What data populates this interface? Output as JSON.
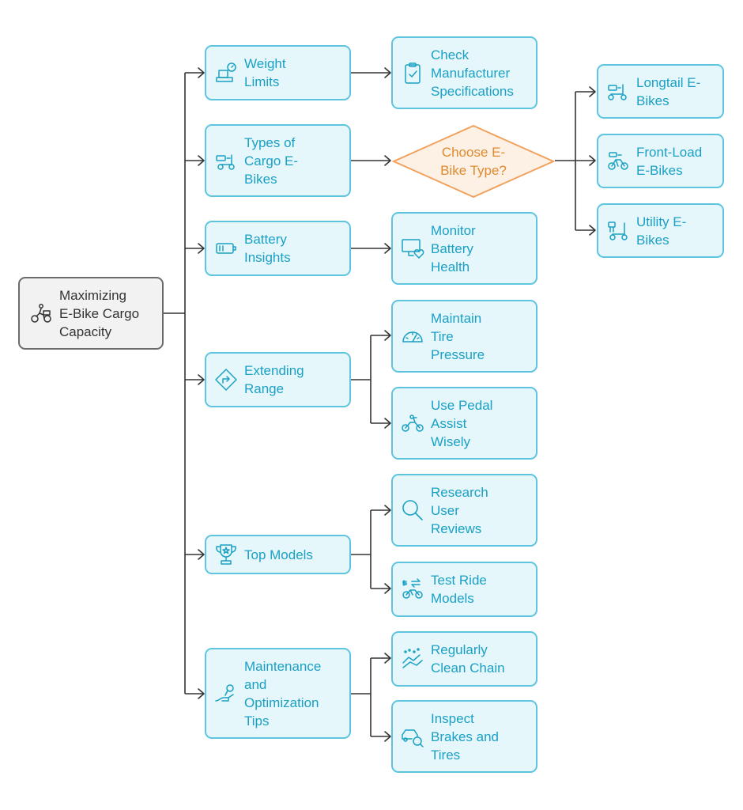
{
  "colors": {
    "node_border": "#5ec4e0",
    "node_fill": "#e6f7fc",
    "node_text": "#1aa0c4",
    "root_border": "#6b6b6b",
    "root_fill": "#f2f2f2",
    "root_text": "#333333",
    "decision_border": "#f0a35e",
    "decision_fill": "#fdf0e4",
    "decision_text": "#e08a2e",
    "connector": "#333333"
  },
  "root": {
    "label": "Maximizing\nE-Bike Cargo\nCapacity",
    "icon": "cargo-bike-rider-icon"
  },
  "categories": [
    {
      "id": "weight",
      "label": "Weight\nLimits",
      "icon": "scale-weight-icon"
    },
    {
      "id": "types",
      "label": "Types of\nCargo E-\nBikes",
      "icon": "cargo-scooter-icon"
    },
    {
      "id": "battery",
      "label": "Battery\nInsights",
      "icon": "battery-icon"
    },
    {
      "id": "range",
      "label": "Extending\nRange",
      "icon": "direction-sign-icon"
    },
    {
      "id": "models",
      "label": "Top Models",
      "icon": "trophy-icon"
    },
    {
      "id": "maint",
      "label": "Maintenance\nand\nOptimization\nTips",
      "icon": "wrench-hand-icon"
    }
  ],
  "leaves": [
    {
      "id": "spec",
      "label": "Check\nManufacturer\nSpecifications",
      "icon": "clipboard-check-icon"
    },
    {
      "id": "monitor",
      "label": "Monitor\nBattery\nHealth",
      "icon": "monitor-heart-icon"
    },
    {
      "id": "tire",
      "label": "Maintain\nTire\nPressure",
      "icon": "gauge-icon"
    },
    {
      "id": "pedal",
      "label": "Use Pedal\nAssist\nWisely",
      "icon": "motorbike-icon"
    },
    {
      "id": "research",
      "label": "Research\nUser\nReviews",
      "icon": "magnifier-icon"
    },
    {
      "id": "testride",
      "label": "Test Ride\nModels",
      "icon": "bike-exchange-icon"
    },
    {
      "id": "chain",
      "label": "Regularly\nClean Chain",
      "icon": "cleaning-spray-icon"
    },
    {
      "id": "brakes",
      "label": "Inspect\nBrakes and\nTires",
      "icon": "car-inspect-icon"
    }
  ],
  "decision": {
    "label": "Choose E-\nBike Type?"
  },
  "bike_types": [
    {
      "id": "longtail",
      "label": "Longtail E-\nBikes",
      "icon": "longtail-bike-icon"
    },
    {
      "id": "frontload",
      "label": "Front-Load\nE-Bikes",
      "icon": "frontload-bike-icon"
    },
    {
      "id": "utility",
      "label": "Utility E-\nBikes",
      "icon": "utility-scooter-icon"
    }
  ]
}
